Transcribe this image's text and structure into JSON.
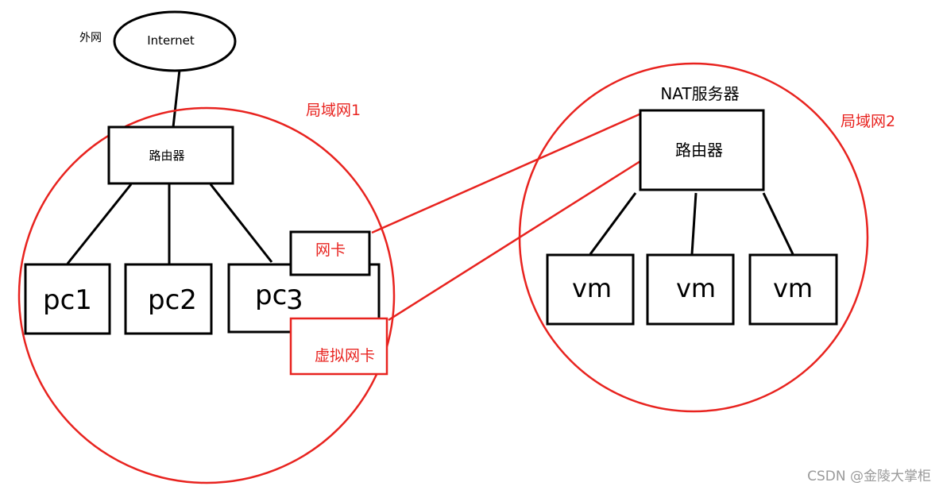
{
  "external_network": {
    "label": "外网",
    "cloud_label": "Internet"
  },
  "lan1": {
    "label": "局域网1",
    "router_label": "路由器",
    "hosts": [
      "pc1",
      "pc2",
      "pc",
      "3"
    ],
    "nic_label": "网卡",
    "virtual_nic_label": "虚拟网卡"
  },
  "lan2": {
    "label": "局域网2",
    "nat_label": "NAT服务器",
    "router_label": "路由器",
    "vms": [
      "vm",
      "vm",
      "vm"
    ]
  },
  "watermark": "CSDN @金陵大掌柜",
  "colors": {
    "line": "#000000",
    "accent": "#e8231f",
    "watermark": "#9a9a9a"
  }
}
